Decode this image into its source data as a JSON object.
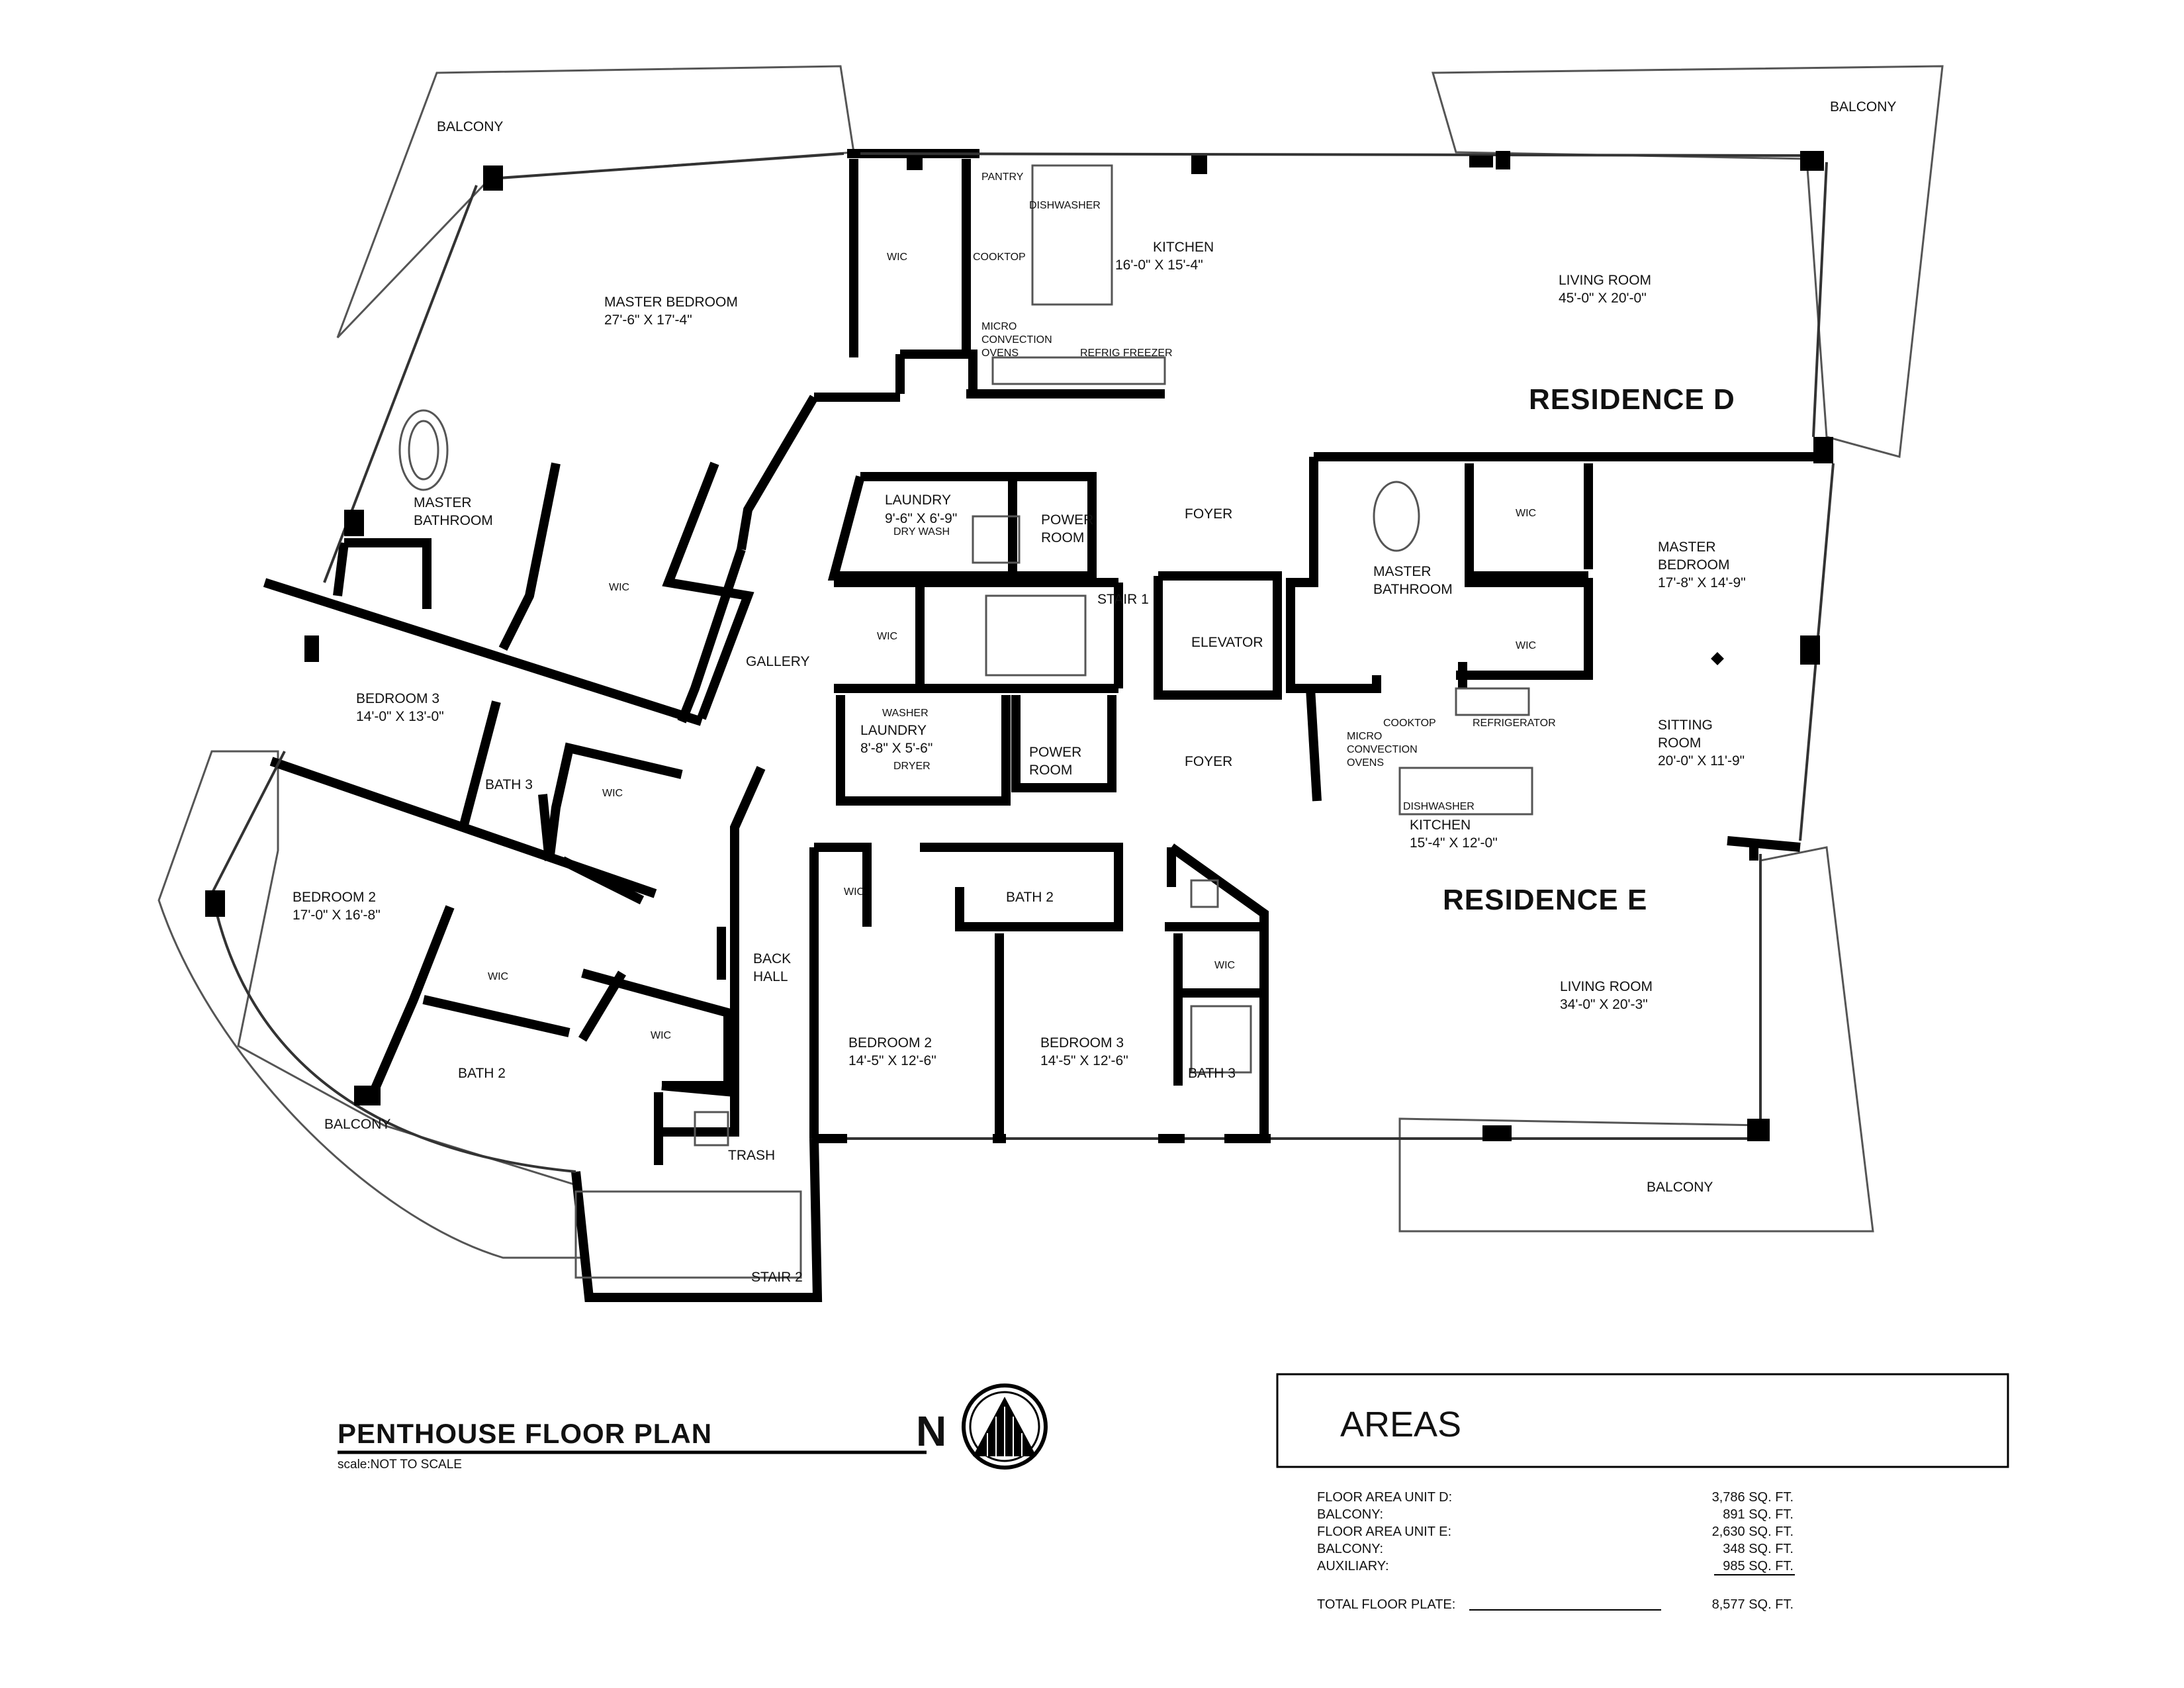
{
  "plan": {
    "residence_d": "RESIDENCE D",
    "residence_e": "RESIDENCE E",
    "rooms": {
      "balcony_nw": "BALCONY",
      "balcony_ne": "BALCONY",
      "balcony_sw": "BALCONY",
      "balcony_se": "BALCONY",
      "pantry": "PANTRY",
      "dishwasher_d": "DISHWASHER",
      "kitchen_d": "KITCHEN",
      "kitchen_d_dim": "16'-0\" X 15'-4\"",
      "cooktop_d": "COOKTOP",
      "wic_d_kitchen": "WIC",
      "micro_d_1": "MICRO",
      "micro_d_2": "CONVECTION",
      "micro_d_3": "OVENS",
      "refrig_d": "REFRIG FREEZER",
      "living_d": "LIVING ROOM",
      "living_d_dim": "45'-0\" X 20'-0\"",
      "master_bed_d": "MASTER BEDROOM",
      "master_bed_d_dim": "27'-6\" X 17'-4\"",
      "master_bath_d_1": "MASTER",
      "master_bath_d_2": "BATHROOM",
      "wic_d_master": "WIC",
      "laundry_d": "LAUNDRY",
      "laundry_d_dim": "9'-6\" X 6'-9\"",
      "laundry_d_dw": "DRY  WASH",
      "power_d_1": "POWER",
      "power_d_2": "ROOM",
      "foyer_d": "FOYER",
      "stair1": "STAIR 1",
      "elevator": "ELEVATOR",
      "wic_gallery": "WIC",
      "gallery": "GALLERY",
      "bed3_d": "BEDROOM 3",
      "bed3_d_dim": "14'-0\" X 13'-0\"",
      "bath3_d": "BATH 3",
      "wic_d_bed3": "WIC",
      "bed2_d": "BEDROOM 2",
      "bed2_d_dim": "17'-0\" X 16'-8\"",
      "wic_d_bed2a": "WIC",
      "wic_d_bed2b": "WIC",
      "bath2_d": "BATH 2",
      "back_hall_1": "BACK",
      "back_hall_2": "HALL",
      "trash": "TRASH",
      "stair2": "STAIR 2",
      "washer_e": "WASHER",
      "laundry_e": "LAUNDRY",
      "laundry_e_dim": "8'-8\" X 5'-6\"",
      "dryer_e": "DRYER",
      "power_e_1": "POWER",
      "power_e_2": "ROOM",
      "foyer_e": "FOYER",
      "master_bath_e_1": "MASTER",
      "master_bath_e_2": "BATHROOM",
      "wic_e_1": "WIC",
      "wic_e_2": "WIC",
      "master_bed_e_1": "MASTER",
      "master_bed_e_2": "BEDROOM",
      "master_bed_e_dim": "17'-8\" X 14'-9\"",
      "cooktop_e": "COOKTOP",
      "refrigerator_e": "REFRIGERATOR",
      "micro_e_1": "MICRO",
      "micro_e_2": "CONVECTION",
      "micro_e_3": "OVENS",
      "dishwasher_e": "DISHWASHER",
      "kitchen_e": "KITCHEN",
      "kitchen_e_dim": "15'-4\" X 12'-0\"",
      "sitting_1": "SITTING",
      "sitting_2": "ROOM",
      "sitting_dim": "20'-0\" X 11'-9\"",
      "wic_e_bed2": "WIC",
      "bath2_e": "BATH 2",
      "bed2_e": "BEDROOM 2",
      "bed2_e_dim": "14'-5\" X 12'-6\"",
      "bed3_e": "BEDROOM 3",
      "bed3_e_dim": "14'-5\" X 12'-6\"",
      "wic_e_bed3": "WIC",
      "bath3_e": "BATH 3",
      "living_e": "LIVING ROOM",
      "living_e_dim": "34'-0\" X 20'-3\""
    }
  },
  "title": "PENTHOUSE FLOOR PLAN",
  "scale": "scale:NOT TO SCALE",
  "north": "N",
  "areas": {
    "heading": "AREAS",
    "rows": [
      {
        "label": "FLOOR AREA UNIT D:",
        "value": "3,786 SQ. FT."
      },
      {
        "label": "BALCONY:",
        "value": "891 SQ. FT."
      },
      {
        "label": "FLOOR AREA UNIT E:",
        "value": "2,630 SQ. FT."
      },
      {
        "label": "BALCONY:",
        "value": "348 SQ. FT."
      },
      {
        "label": "AUXILIARY:",
        "value": "985 SQ. FT."
      }
    ],
    "total_label": "TOTAL FLOOR PLATE:",
    "total_value": "8,577 SQ. FT."
  }
}
